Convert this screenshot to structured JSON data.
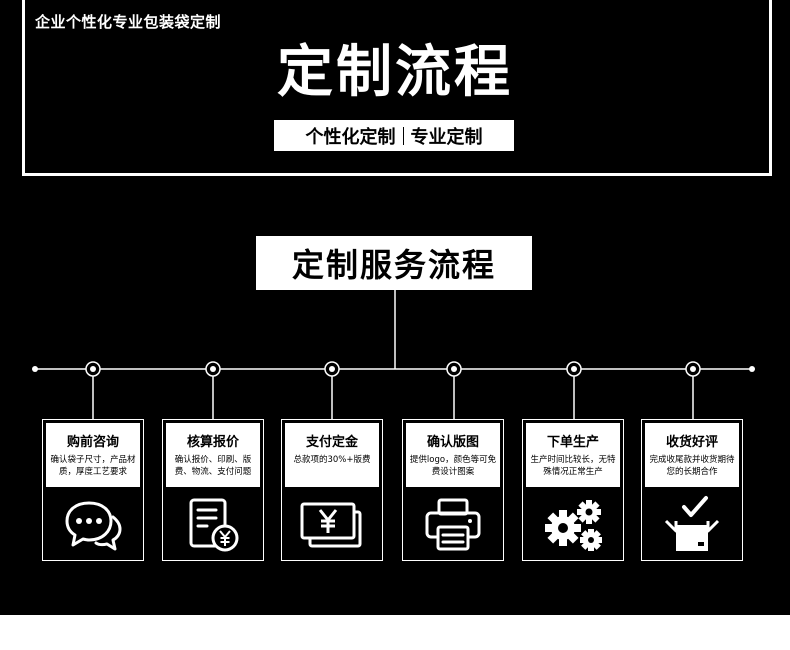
{
  "header": {
    "small_title": "企业个性化专业包装袋定制",
    "main_title": "定制流程",
    "tagline_left": "个性化定制",
    "tagline_right": "专业定制"
  },
  "section": {
    "title": "定制服务流程"
  },
  "steps": [
    {
      "title": "购前咨询",
      "desc": "确认袋子尺寸，产品材质，厚度工艺要求",
      "icon": "chat-bubbles-icon"
    },
    {
      "title": "核算报价",
      "desc": "确认报价、印刷、版费、物流、支付问题",
      "icon": "invoice-yen-icon"
    },
    {
      "title": "支付定金",
      "desc": "总款项的30%+版费",
      "icon": "yen-bill-icon"
    },
    {
      "title": "确认版图",
      "desc": "提供logo，颜色等可免费设计图案",
      "icon": "printer-icon"
    },
    {
      "title": "下单生产",
      "desc": "生产时间比较长，无特殊情况正常生产",
      "icon": "gears-icon"
    },
    {
      "title": "收货好评",
      "desc": "完成收尾款并收货期待您的长期合作",
      "icon": "box-check-icon"
    }
  ],
  "colors": {
    "background": "#000000",
    "foreground": "#ffffff"
  }
}
